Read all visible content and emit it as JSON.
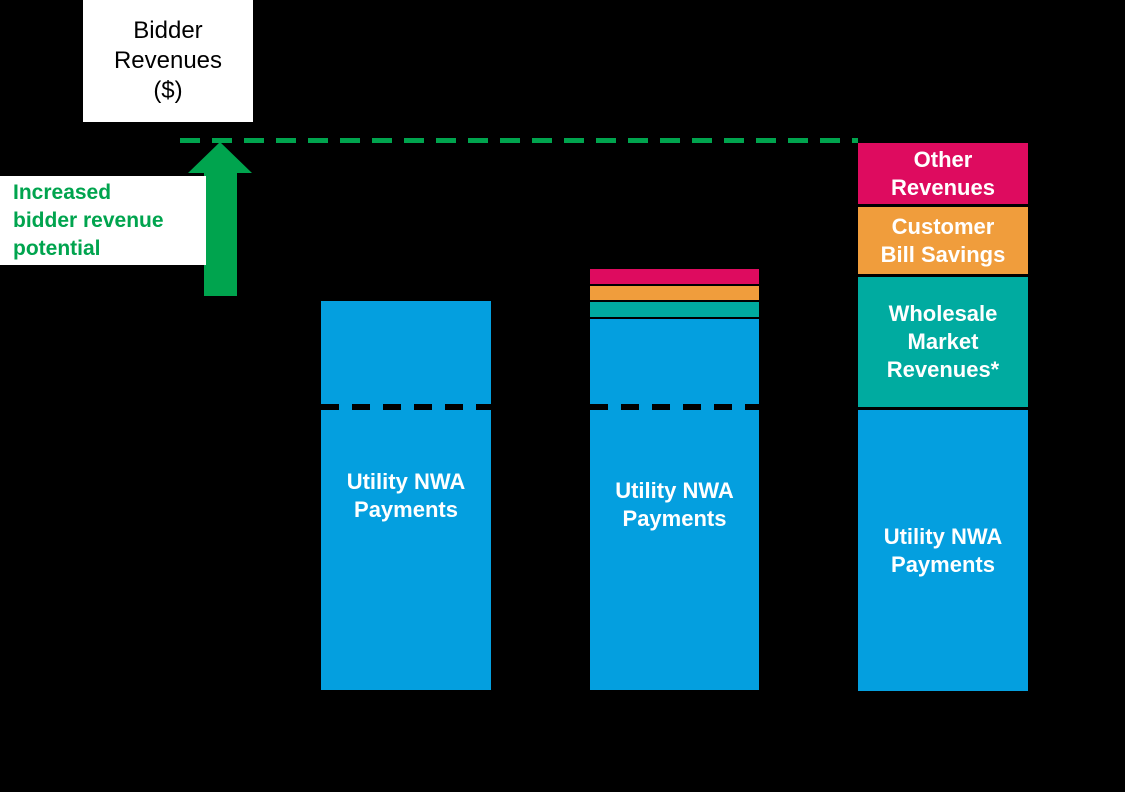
{
  "colors": {
    "blue": "#049FDF",
    "pink": "#DE0B5F",
    "orange": "#F09D3C",
    "teal": "#00ABA0",
    "green": "#00A44E",
    "background": "#000000",
    "label_text": "#FFFFFF",
    "axis_title_text": "#000000"
  },
  "labels": {
    "axis_title": "Bidder\nRevenues\n($)",
    "increase_note": "Increased\nbidder revenue\npotential"
  },
  "bars": {
    "bar1": {
      "utility_label": "Utility NWA\nPayments"
    },
    "bar2": {
      "utility_label": "Utility NWA\nPayments"
    },
    "bar3": {
      "other_label": "Other\nRevenues",
      "customer_label": "Customer\nBill Savings",
      "wholesale_label": "Wholesale\nMarket\nRevenues*",
      "utility_label": "Utility NWA\nPayments"
    }
  },
  "chart_data": {
    "type": "bar",
    "stacked": true,
    "title": "Bidder Revenues ($)",
    "categories": [
      "",
      "",
      ""
    ],
    "x_axis_labels_visible": false,
    "value_unit": "conceptual $ (no numeric axis); values are segment heights in screen px",
    "series": [
      {
        "name": "Utility NWA Payments",
        "color": "#049FDF",
        "values": [
          389,
          371,
          281
        ]
      },
      {
        "name": "Wholesale Market Revenues*",
        "color": "#00ABA0",
        "values": [
          0,
          15,
          130
        ]
      },
      {
        "name": "Customer Bill Savings",
        "color": "#F09D3C",
        "values": [
          0,
          14,
          67
        ]
      },
      {
        "name": "Other Revenues",
        "color": "#DE0B5F",
        "values": [
          0,
          15,
          61
        ]
      }
    ],
    "legend_position": "none (labels drawn inside segments)",
    "grid": false,
    "background": "black",
    "annotations": [
      {
        "role": "axis-title",
        "text": "Bidder Revenues ($)",
        "position": "top-left, white box"
      },
      {
        "role": "callout",
        "text": "Increased bidder revenue potential",
        "color": "#00A44E",
        "position": "left, white box"
      },
      {
        "role": "target-line",
        "style": "green dashed horizontal line",
        "aligns_with": "top of bar 3 stack"
      },
      {
        "role": "increase-arrow",
        "style": "solid green up arrow from bar-top level to target line"
      },
      {
        "role": "reference-line",
        "style": "black dashed horizontal line across bars 1 and 2",
        "aligns_with": "top of Utility NWA Payments segment in bar 3"
      }
    ]
  }
}
